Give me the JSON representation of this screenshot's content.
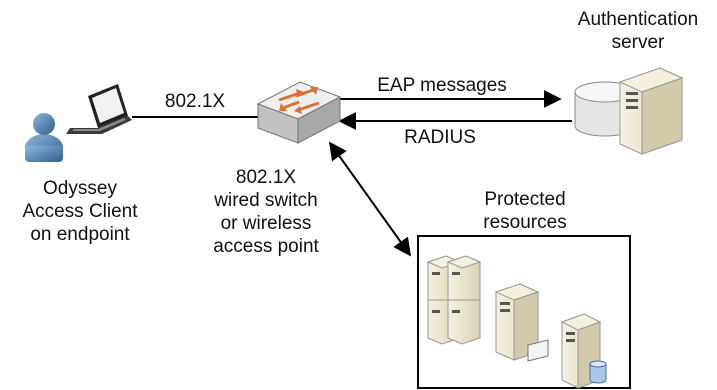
{
  "labels": {
    "auth_server_line1": "Authentication",
    "auth_server_line2": "server",
    "link_802": "802.1X",
    "eap_messages": "EAP messages",
    "radius": "RADIUS",
    "client_line1": "Odyssey",
    "client_line2": "Access Client",
    "client_line3": "on endpoint",
    "switch_line1": "802.1X",
    "switch_line2": "wired switch",
    "switch_line3": "or wireless",
    "switch_line4": "access point",
    "protected_line1": "Protected",
    "protected_line2": "resources"
  },
  "icons": {
    "user": "user-icon",
    "laptop": "laptop-icon",
    "switch": "switch-icon",
    "auth_server": "server-icon",
    "database": "database-icon",
    "resource_servers": "server-rack-icon"
  },
  "colors": {
    "line": "#000000",
    "server_body": "#e9e3cc",
    "user_blue": "#4f7fae",
    "switch_body": "#dcdcdc",
    "switch_arrows": "#e07030"
  }
}
